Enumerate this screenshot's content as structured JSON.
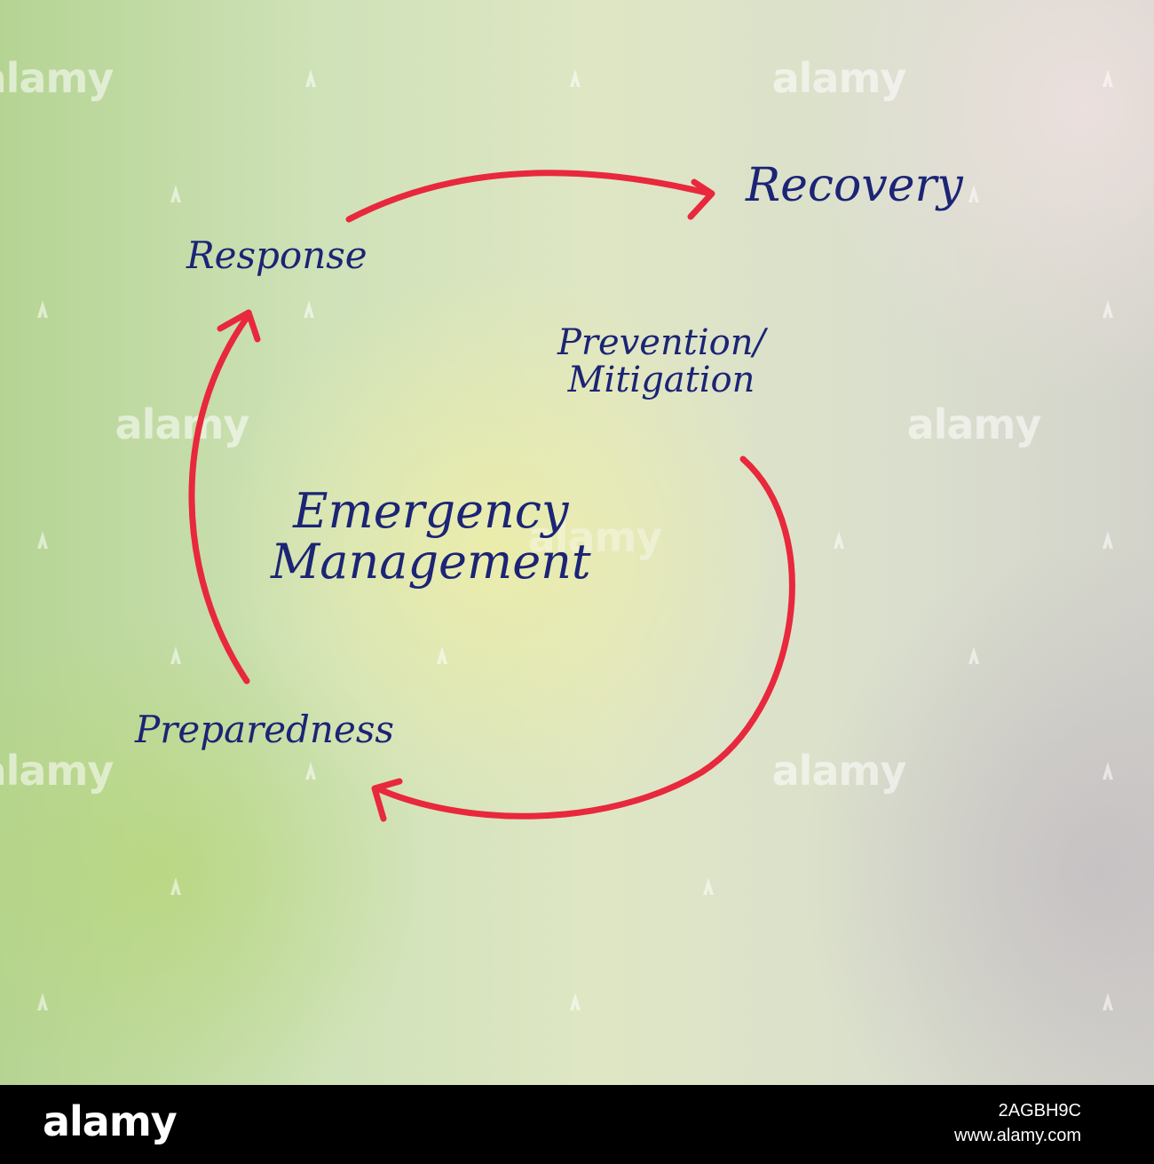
{
  "diagram": {
    "title_lines": [
      "Emergency",
      "Management"
    ],
    "stages": {
      "recovery": "Recovery",
      "response": "Response",
      "prevention_lines": [
        "Prevention/",
        "Mitigation"
      ],
      "preparedness": "Preparedness"
    },
    "arrow_color": "#e8283c",
    "text_color": "#1b2475"
  },
  "watermark": {
    "text": "alamy"
  },
  "footer": {
    "logo": "alamy",
    "image_id": "2AGBH9C",
    "url": "www.alamy.com"
  }
}
